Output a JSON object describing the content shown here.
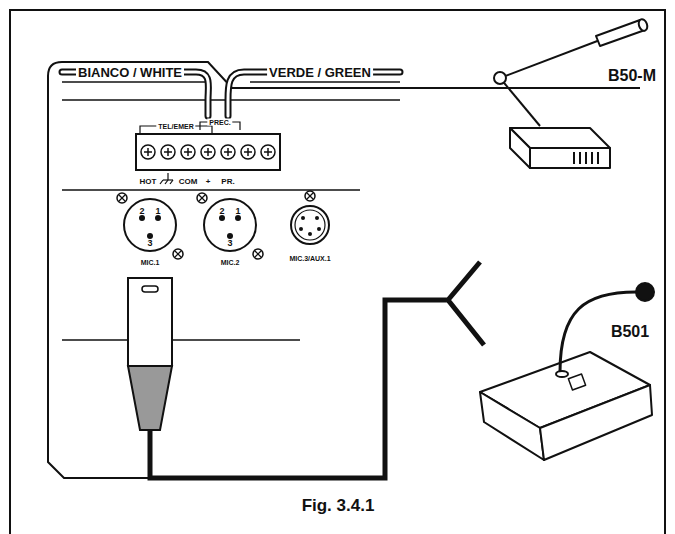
{
  "diagram": {
    "caption": "Fig. 3.4.1",
    "labels": [
      "BIANCO / WHITE",
      "VERDE / GREEN",
      "TEL/EMER",
      "PREC.",
      "HOT",
      "COM",
      "+",
      "PR.",
      "2",
      "1",
      "3",
      "2",
      "1",
      "3",
      "MIC.1",
      "MIC.2",
      "MIC.3/AUX.1",
      "B50-M",
      "B501"
    ]
  }
}
